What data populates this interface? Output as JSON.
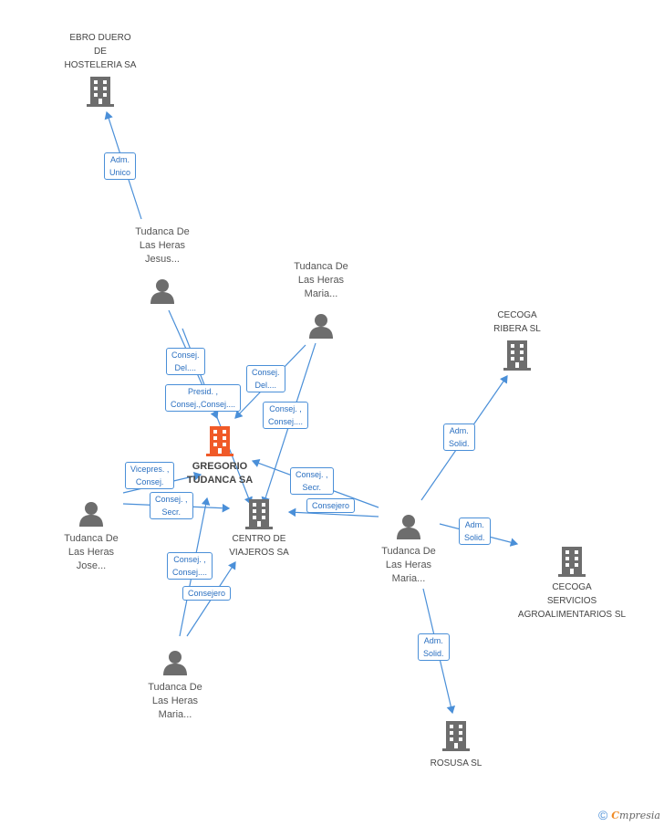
{
  "colors": {
    "edge": "#4a8fd8",
    "icon": "#6d6d6d",
    "main_icon": "#f05a28"
  },
  "companies": {
    "ebro": {
      "l1": "EBRO DUERO",
      "l2": "DE",
      "l3": "HOSTELERIA SA",
      "icon": "building-icon"
    },
    "cecoga_ribera": {
      "l1": "CECOGA",
      "l2": "RIBERA SL",
      "icon": "building-icon"
    },
    "gregorio": {
      "l1": "GREGORIO",
      "l2": "TUDANCA SA",
      "icon": "building-icon"
    },
    "centro": {
      "l1": "CENTRO DE",
      "l2": "VIAJEROS SA",
      "icon": "building-icon"
    },
    "cecoga_serv": {
      "l1": "CECOGA",
      "l2": "SERVICIOS",
      "l3": "AGROALIMENTARIOS SL",
      "icon": "building-icon"
    },
    "rosusa": {
      "l1": "ROSUSA SL",
      "icon": "building-icon"
    }
  },
  "people": {
    "jesus": {
      "l1": "Tudanca De",
      "l2": "Las Heras",
      "l3": "Jesus...",
      "icon": "person-icon"
    },
    "maria_top": {
      "l1": "Tudanca De",
      "l2": "Las Heras",
      "l3": "Maria...",
      "icon": "person-icon"
    },
    "jose": {
      "l1": "Tudanca De",
      "l2": "Las Heras",
      "l3": "Jose...",
      "icon": "person-icon"
    },
    "maria_right": {
      "l1": "Tudanca De",
      "l2": "Las Heras",
      "l3": "Maria...",
      "icon": "person-icon"
    },
    "maria_bottom": {
      "l1": "Tudanca De",
      "l2": "Las Heras",
      "l3": "Maria...",
      "icon": "person-icon"
    }
  },
  "edge_labels": {
    "e1": {
      "l1": "Adm.",
      "l2": "Unico"
    },
    "e2": {
      "l1": "Consej.",
      "l2": "Del...."
    },
    "e3": {
      "l1": "Consej.",
      "l2": "Del...."
    },
    "e4": {
      "l1": "Presid. ,",
      "l2": "Consej.,Consej...."
    },
    "e5": {
      "l1": "Consej. ,",
      "l2": "Consej...."
    },
    "e6": {
      "l1": "Vicepres. ,",
      "l2": "Consej."
    },
    "e7": {
      "l1": "Consej. ,",
      "l2": "Secr."
    },
    "e8": {
      "l1": "Consej. ,",
      "l2": "Secr."
    },
    "e9": {
      "l1": "Consejero"
    },
    "e10": {
      "l1": "Consej. ,",
      "l2": "Consej...."
    },
    "e11": {
      "l1": "Consejero"
    },
    "e12": {
      "l1": "Adm.",
      "l2": "Solid."
    },
    "e13": {
      "l1": "Adm.",
      "l2": "Solid."
    },
    "e14": {
      "l1": "Adm.",
      "l2": "Solid."
    }
  },
  "footer": {
    "copyright": "©",
    "brand_first": "C",
    "brand_rest": "mpresia"
  }
}
